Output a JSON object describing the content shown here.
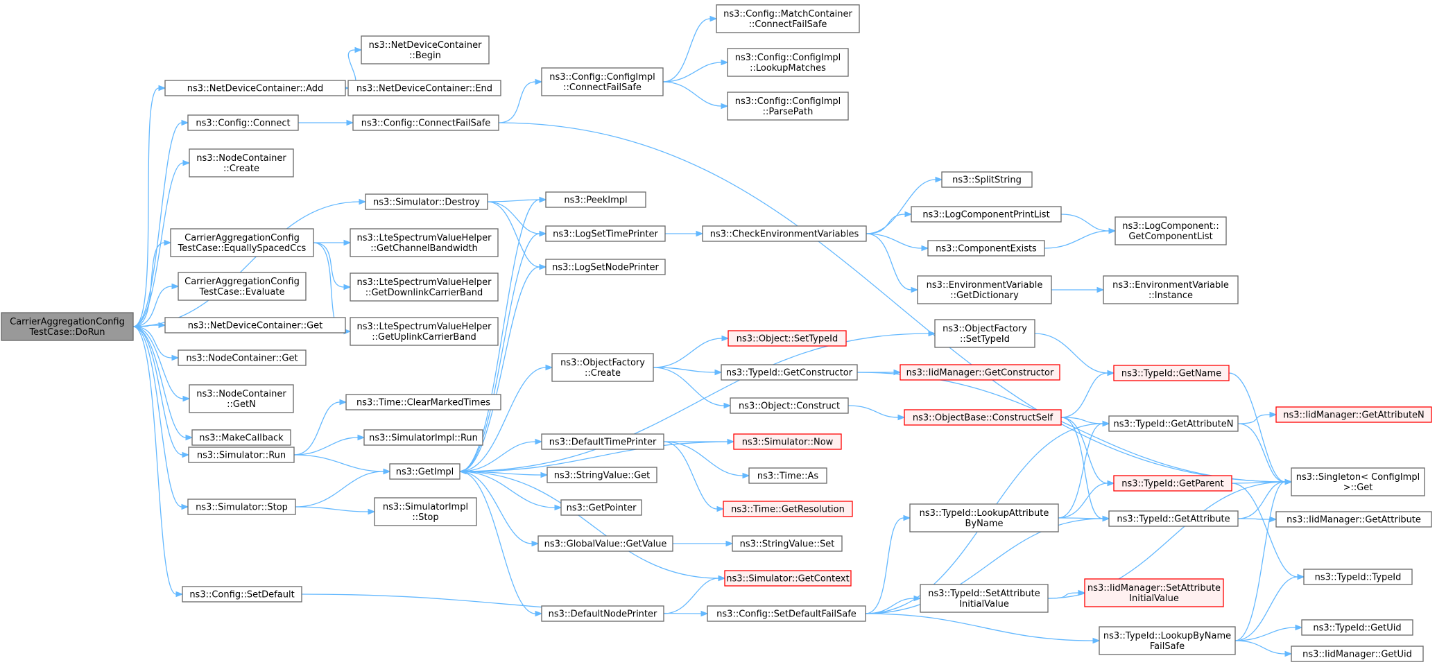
{
  "diagram": {
    "colors": {
      "edge": "#63b8ff",
      "node_border": "#666666",
      "root_fill": "#999999",
      "highlight_border": "#ff0000",
      "highlight_fill": "#fff0f0"
    },
    "nodes": [
      {
        "id": "root",
        "lines": [
          "CarrierAggregationConfig",
          "TestCase::DoRun"
        ],
        "style": "root"
      },
      {
        "id": "ndc_add",
        "lines": [
          "ns3::NetDeviceContainer::Add"
        ]
      },
      {
        "id": "ndc_begin",
        "lines": [
          "ns3::NetDeviceContainer",
          "::Begin"
        ]
      },
      {
        "id": "ndc_end",
        "lines": [
          "ns3::NetDeviceContainer::End"
        ]
      },
      {
        "id": "cfg_connect",
        "lines": [
          "ns3::Config::Connect"
        ]
      },
      {
        "id": "cfg_connectfs",
        "lines": [
          "ns3::Config::ConnectFailSafe"
        ]
      },
      {
        "id": "cfgimpl_connectfs",
        "lines": [
          "ns3::Config::ConfigImpl",
          "::ConnectFailSafe"
        ]
      },
      {
        "id": "matchcont_connectfs",
        "lines": [
          "ns3::Config::MatchContainer",
          "::ConnectFailSafe"
        ]
      },
      {
        "id": "cfgimpl_lookup",
        "lines": [
          "ns3::Config::ConfigImpl",
          "::LookupMatches"
        ]
      },
      {
        "id": "cfgimpl_parse",
        "lines": [
          "ns3::Config::ConfigImpl",
          "::ParsePath"
        ]
      },
      {
        "id": "nc_create",
        "lines": [
          "ns3::NodeContainer",
          "::Create"
        ]
      },
      {
        "id": "sim_destroy",
        "lines": [
          "ns3::Simulator::Destroy"
        ]
      },
      {
        "id": "peekimpl",
        "lines": [
          "ns3::PeekImpl"
        ]
      },
      {
        "id": "logsettime",
        "lines": [
          "ns3::LogSetTimePrinter"
        ]
      },
      {
        "id": "logsetnode",
        "lines": [
          "ns3::LogSetNodePrinter"
        ]
      },
      {
        "id": "checkenv",
        "lines": [
          "ns3::CheckEnvironmentVariables"
        ]
      },
      {
        "id": "splitstring",
        "lines": [
          "ns3::SplitString"
        ]
      },
      {
        "id": "logcompprint",
        "lines": [
          "ns3::LogComponentPrintList"
        ]
      },
      {
        "id": "compexists",
        "lines": [
          "ns3::ComponentExists"
        ]
      },
      {
        "id": "logcomp_getlist",
        "lines": [
          "ns3::LogComponent::",
          "GetComponentList"
        ]
      },
      {
        "id": "envvar_getdict",
        "lines": [
          "ns3::EnvironmentVariable",
          "::GetDictionary"
        ]
      },
      {
        "id": "envvar_instance",
        "lines": [
          "ns3::EnvironmentVariable",
          "::Instance"
        ]
      },
      {
        "id": "equallyspaced",
        "lines": [
          "CarrierAggregationConfig",
          "TestCase::EquallySpacedCcs"
        ]
      },
      {
        "id": "ltesv_chbw",
        "lines": [
          "ns3::LteSpectrumValueHelper",
          "::GetChannelBandwidth"
        ]
      },
      {
        "id": "ltesv_dl",
        "lines": [
          "ns3::LteSpectrumValueHelper",
          "::GetDownlinkCarrierBand"
        ]
      },
      {
        "id": "ltesv_ul",
        "lines": [
          "ns3::LteSpectrumValueHelper",
          "::GetUplinkCarrierBand"
        ]
      },
      {
        "id": "evaluate",
        "lines": [
          "CarrierAggregationConfig",
          "TestCase::Evaluate"
        ]
      },
      {
        "id": "ndc_get",
        "lines": [
          "ns3::NetDeviceContainer::Get"
        ]
      },
      {
        "id": "nc_get",
        "lines": [
          "ns3::NodeContainer::Get"
        ]
      },
      {
        "id": "nc_getn",
        "lines": [
          "ns3::NodeContainer",
          "::GetN"
        ]
      },
      {
        "id": "makecallback",
        "lines": [
          "ns3::MakeCallback"
        ]
      },
      {
        "id": "sim_run",
        "lines": [
          "ns3::Simulator::Run"
        ]
      },
      {
        "id": "sim_stop",
        "lines": [
          "ns3::Simulator::Stop"
        ]
      },
      {
        "id": "time_clear",
        "lines": [
          "ns3::Time::ClearMarkedTimes"
        ]
      },
      {
        "id": "simimpl_run",
        "lines": [
          "ns3::SimulatorImpl::Run"
        ]
      },
      {
        "id": "getimpl",
        "lines": [
          "ns3::GetImpl"
        ]
      },
      {
        "id": "simimpl_stop",
        "lines": [
          "ns3::SimulatorImpl",
          "::Stop"
        ]
      },
      {
        "id": "objfactory_create",
        "lines": [
          "ns3::ObjectFactory",
          "::Create"
        ]
      },
      {
        "id": "objfactory_settypeid",
        "lines": [
          "ns3::ObjectFactory",
          "::SetTypeId"
        ]
      },
      {
        "id": "object_settypeid",
        "lines": [
          "ns3::Object::SetTypeId"
        ],
        "style": "red"
      },
      {
        "id": "typeid_getctor",
        "lines": [
          "ns3::TypeId::GetConstructor"
        ]
      },
      {
        "id": "iid_getctor",
        "lines": [
          "ns3::IidManager::GetConstructor"
        ],
        "style": "red"
      },
      {
        "id": "typeid_getname",
        "lines": [
          "ns3::TypeId::GetName"
        ],
        "style": "red"
      },
      {
        "id": "object_construct",
        "lines": [
          "ns3::Object::Construct"
        ]
      },
      {
        "id": "objbase_constructself",
        "lines": [
          "ns3::ObjectBase::ConstructSelf"
        ],
        "style": "red"
      },
      {
        "id": "defaulttimeprinter",
        "lines": [
          "ns3::DefaultTimePrinter"
        ]
      },
      {
        "id": "sim_now",
        "lines": [
          "ns3::Simulator::Now"
        ],
        "style": "red"
      },
      {
        "id": "time_as",
        "lines": [
          "ns3::Time::As"
        ]
      },
      {
        "id": "time_getres",
        "lines": [
          "ns3::Time::GetResolution"
        ],
        "style": "red"
      },
      {
        "id": "stringvalue_get",
        "lines": [
          "ns3::StringValue::Get"
        ]
      },
      {
        "id": "getpointer",
        "lines": [
          "ns3::GetPointer"
        ]
      },
      {
        "id": "globalvalue_getvalue",
        "lines": [
          "ns3::GlobalValue::GetValue"
        ]
      },
      {
        "id": "stringvalue_set",
        "lines": [
          "ns3::StringValue::Set"
        ]
      },
      {
        "id": "sim_getcontext",
        "lines": [
          "ns3::Simulator::GetContext"
        ],
        "style": "red"
      },
      {
        "id": "defaultnodeprinter",
        "lines": [
          "ns3::DefaultNodePrinter"
        ]
      },
      {
        "id": "cfg_setdefault",
        "lines": [
          "ns3::Config::SetDefault"
        ]
      },
      {
        "id": "cfg_setdefaultfs",
        "lines": [
          "ns3::Config::SetDefaultFailSafe"
        ]
      },
      {
        "id": "typeid_lookupattr",
        "lines": [
          "ns3::TypeId::LookupAttribute",
          "ByName"
        ]
      },
      {
        "id": "typeid_getattrn",
        "lines": [
          "ns3::TypeId::GetAttributeN"
        ]
      },
      {
        "id": "typeid_getparent",
        "lines": [
          "ns3::TypeId::GetParent"
        ],
        "style": "red"
      },
      {
        "id": "typeid_getattr",
        "lines": [
          "ns3::TypeId::GetAttribute"
        ]
      },
      {
        "id": "iid_getattrn",
        "lines": [
          "ns3::IidManager::GetAttributeN"
        ],
        "style": "red"
      },
      {
        "id": "singleton_get",
        "lines": [
          "ns3::Singleton< ConfigImpl",
          ">::Get"
        ]
      },
      {
        "id": "iid_getattr",
        "lines": [
          "ns3::IidManager::GetAttribute"
        ]
      },
      {
        "id": "typeid_setattrinit",
        "lines": [
          "ns3::TypeId::SetAttribute",
          "InitialValue"
        ]
      },
      {
        "id": "iid_setattrinit",
        "lines": [
          "ns3::IidManager::SetAttribute",
          "InitialValue"
        ],
        "style": "red"
      },
      {
        "id": "typeid_typeid",
        "lines": [
          "ns3::TypeId::TypeId"
        ]
      },
      {
        "id": "typeid_lookupbyname",
        "lines": [
          "ns3::TypeId::LookupByName",
          "FailSafe"
        ]
      },
      {
        "id": "typeid_getuid",
        "lines": [
          "ns3::TypeId::GetUid"
        ]
      },
      {
        "id": "iid_getuid",
        "lines": [
          "ns3::IidManager::GetUid"
        ]
      }
    ],
    "edges": [
      [
        "root",
        "ndc_add"
      ],
      [
        "root",
        "cfg_connect"
      ],
      [
        "root",
        "nc_create"
      ],
      [
        "root",
        "sim_destroy"
      ],
      [
        "root",
        "equallyspaced"
      ],
      [
        "root",
        "evaluate"
      ],
      [
        "root",
        "ndc_get"
      ],
      [
        "root",
        "nc_get"
      ],
      [
        "root",
        "nc_getn"
      ],
      [
        "root",
        "makecallback"
      ],
      [
        "root",
        "sim_run"
      ],
      [
        "root",
        "sim_stop"
      ],
      [
        "root",
        "cfg_setdefault"
      ],
      [
        "ndc_add",
        "ndc_begin"
      ],
      [
        "ndc_add",
        "ndc_end"
      ],
      [
        "cfg_connect",
        "cfg_connectfs"
      ],
      [
        "cfg_connectfs",
        "cfgimpl_connectfs"
      ],
      [
        "cfg_connectfs",
        "singleton_get"
      ],
      [
        "cfgimpl_connectfs",
        "matchcont_connectfs"
      ],
      [
        "cfgimpl_connectfs",
        "cfgimpl_lookup"
      ],
      [
        "cfgimpl_connectfs",
        "cfgimpl_parse"
      ],
      [
        "sim_destroy",
        "peekimpl"
      ],
      [
        "sim_destroy",
        "logsettime"
      ],
      [
        "sim_destroy",
        "logsetnode"
      ],
      [
        "logsettime",
        "checkenv"
      ],
      [
        "checkenv",
        "splitstring"
      ],
      [
        "checkenv",
        "logcompprint"
      ],
      [
        "checkenv",
        "compexists"
      ],
      [
        "checkenv",
        "envvar_getdict"
      ],
      [
        "logcompprint",
        "logcomp_getlist"
      ],
      [
        "compexists",
        "logcomp_getlist"
      ],
      [
        "envvar_getdict",
        "envvar_instance"
      ],
      [
        "equallyspaced",
        "ltesv_chbw"
      ],
      [
        "equallyspaced",
        "ltesv_dl"
      ],
      [
        "equallyspaced",
        "ltesv_ul"
      ],
      [
        "sim_run",
        "time_clear"
      ],
      [
        "sim_run",
        "simimpl_run"
      ],
      [
        "sim_run",
        "getimpl"
      ],
      [
        "sim_stop",
        "getimpl"
      ],
      [
        "sim_stop",
        "simimpl_stop"
      ],
      [
        "getimpl",
        "peekimpl"
      ],
      [
        "getimpl",
        "logsettime"
      ],
      [
        "getimpl",
        "logsetnode"
      ],
      [
        "getimpl",
        "objfactory_create"
      ],
      [
        "getimpl",
        "objfactory_settypeid"
      ],
      [
        "getimpl",
        "defaulttimeprinter"
      ],
      [
        "getimpl",
        "stringvalue_get"
      ],
      [
        "getimpl",
        "getpointer"
      ],
      [
        "getimpl",
        "globalvalue_getvalue"
      ],
      [
        "getimpl",
        "sim_getcontext"
      ],
      [
        "getimpl",
        "defaultnodeprinter"
      ],
      [
        "sim_now",
        "getimpl"
      ],
      [
        "objfactory_create",
        "object_settypeid"
      ],
      [
        "objfactory_create",
        "typeid_getctor"
      ],
      [
        "objfactory_create",
        "object_construct"
      ],
      [
        "objfactory_settypeid",
        "typeid_getname"
      ],
      [
        "typeid_getctor",
        "iid_getctor"
      ],
      [
        "typeid_getctor",
        "singleton_get"
      ],
      [
        "object_construct",
        "objbase_constructself"
      ],
      [
        "objbase_constructself",
        "typeid_getname"
      ],
      [
        "objbase_constructself",
        "typeid_getattrn"
      ],
      [
        "objbase_constructself",
        "typeid_getparent"
      ],
      [
        "objbase_constructself",
        "typeid_getattr"
      ],
      [
        "defaulttimeprinter",
        "sim_now"
      ],
      [
        "defaulttimeprinter",
        "time_as"
      ],
      [
        "defaulttimeprinter",
        "time_getres"
      ],
      [
        "globalvalue_getvalue",
        "stringvalue_set"
      ],
      [
        "defaultnodeprinter",
        "sim_getcontext"
      ],
      [
        "cfg_setdefault",
        "cfg_setdefaultfs"
      ],
      [
        "cfg_setdefaultfs",
        "typeid_lookupattr"
      ],
      [
        "cfg_setdefaultfs",
        "typeid_getattrn"
      ],
      [
        "cfg_setdefaultfs",
        "typeid_getattr"
      ],
      [
        "cfg_setdefaultfs",
        "typeid_setattrinit"
      ],
      [
        "cfg_setdefaultfs",
        "typeid_lookupbyname"
      ],
      [
        "typeid_lookupattr",
        "typeid_getattrn"
      ],
      [
        "typeid_lookupattr",
        "typeid_getparent"
      ],
      [
        "typeid_lookupattr",
        "typeid_getattr"
      ],
      [
        "typeid_getname",
        "singleton_get"
      ],
      [
        "typeid_getattrn",
        "iid_getattrn"
      ],
      [
        "typeid_getattrn",
        "singleton_get"
      ],
      [
        "typeid_getparent",
        "singleton_get"
      ],
      [
        "typeid_getparent",
        "typeid_typeid"
      ],
      [
        "typeid_getattr",
        "singleton_get"
      ],
      [
        "typeid_getattr",
        "iid_getattr"
      ],
      [
        "typeid_setattrinit",
        "iid_setattrinit"
      ],
      [
        "typeid_setattrinit",
        "singleton_get"
      ],
      [
        "typeid_lookupbyname",
        "singleton_get"
      ],
      [
        "typeid_lookupbyname",
        "typeid_typeid"
      ],
      [
        "typeid_lookupbyname",
        "typeid_getuid"
      ],
      [
        "typeid_lookupbyname",
        "iid_getuid"
      ]
    ]
  }
}
